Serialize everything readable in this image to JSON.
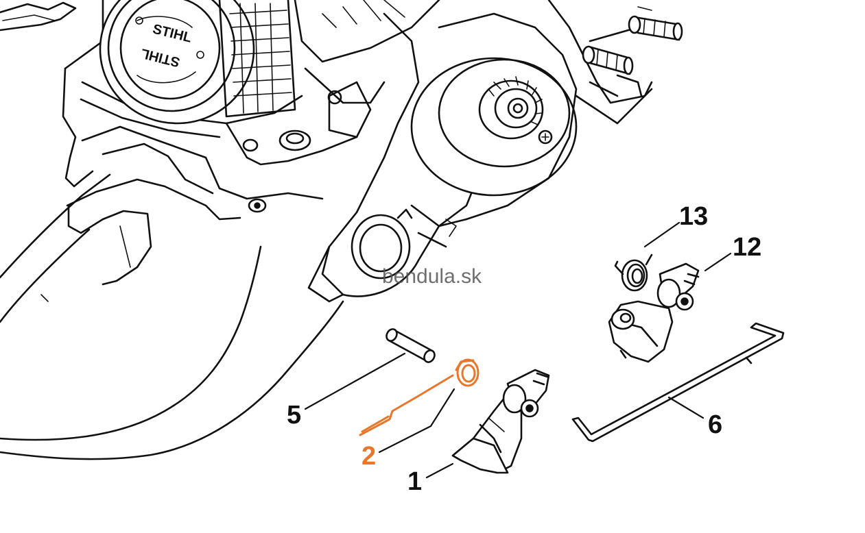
{
  "watermark": "bendula.sk",
  "brand_text": "STIHL",
  "highlight_color": "#e8762b",
  "line_color": "#111111",
  "callouts": [
    {
      "id": "13",
      "label": "13",
      "highlighted": false
    },
    {
      "id": "12",
      "label": "12",
      "highlighted": false
    },
    {
      "id": "5",
      "label": "5",
      "highlighted": false
    },
    {
      "id": "6",
      "label": "6",
      "highlighted": false
    },
    {
      "id": "2",
      "label": "2",
      "highlighted": true
    },
    {
      "id": "1",
      "label": "1",
      "highlighted": false
    }
  ]
}
